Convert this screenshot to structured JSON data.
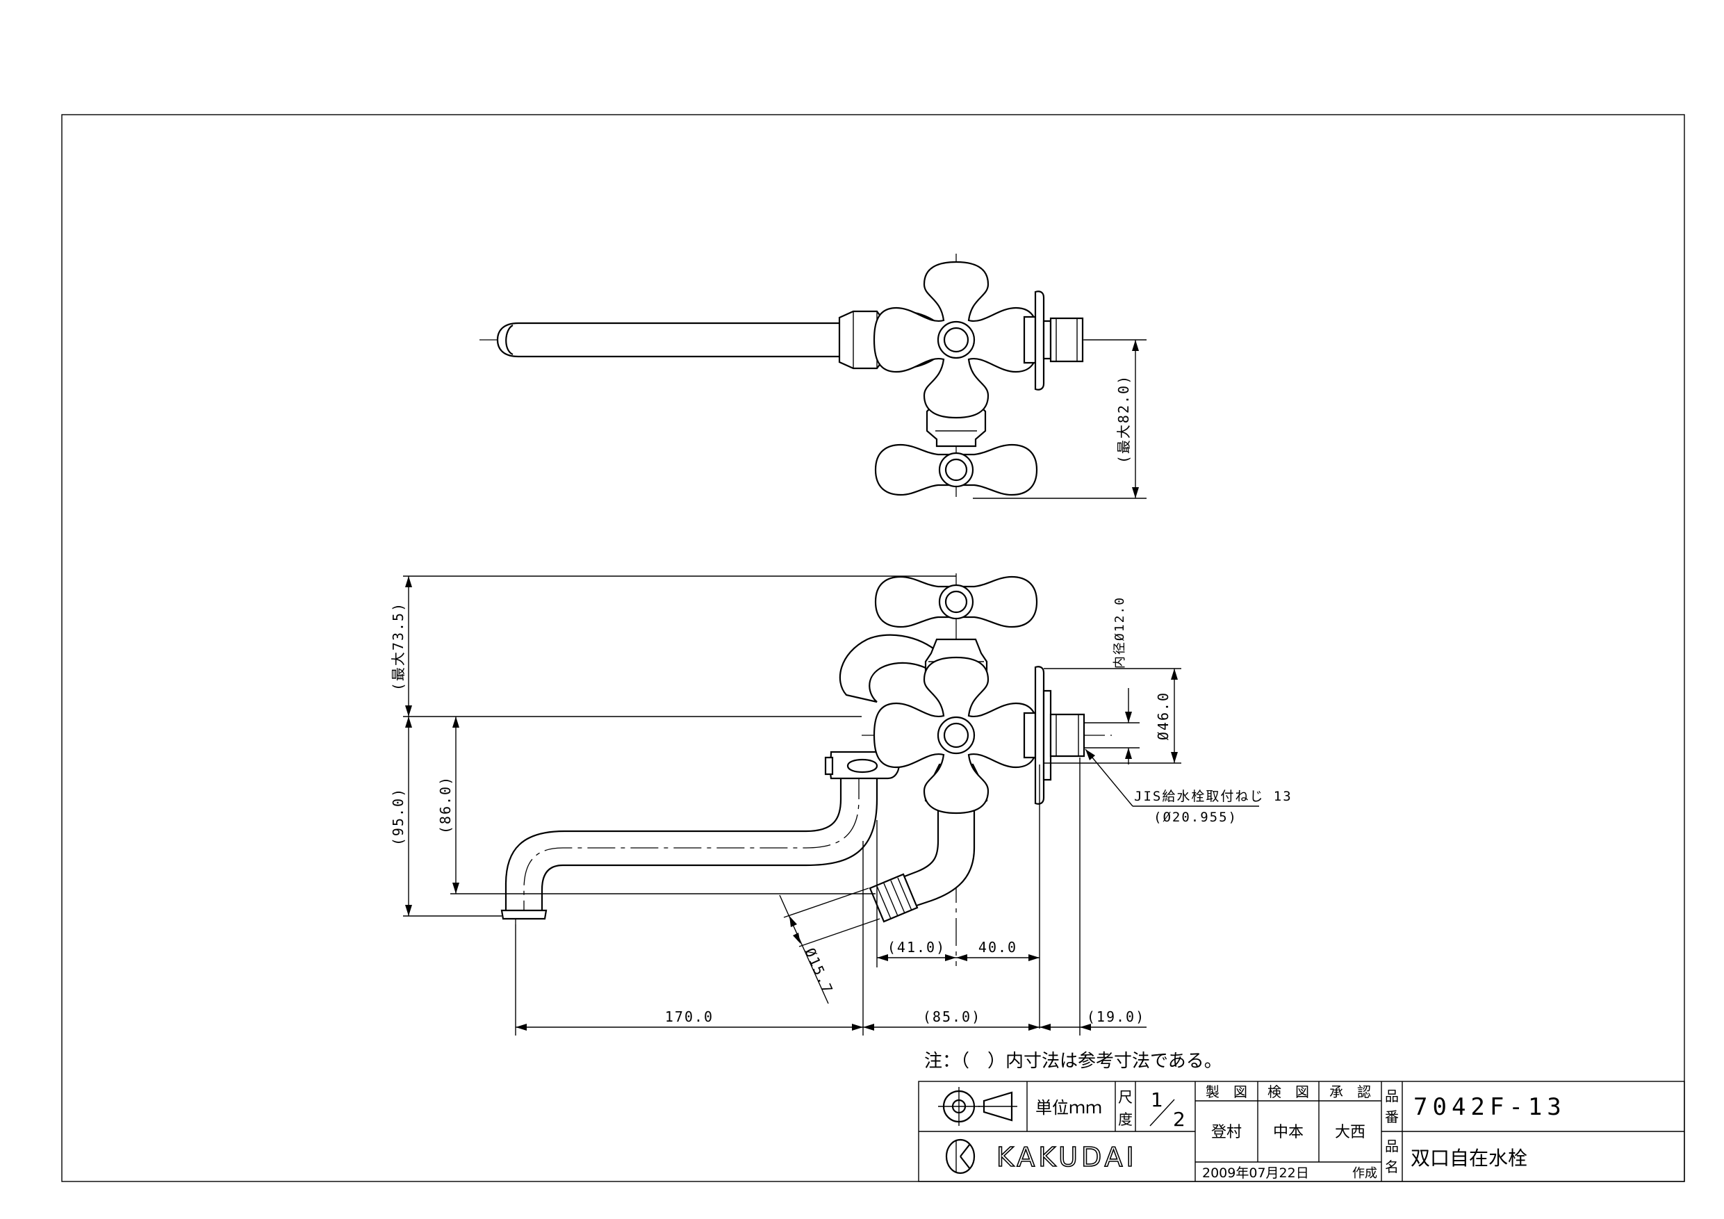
{
  "dimensions": {
    "max_82": "(最大82.0)",
    "max_73_5": "(最大73.5)",
    "d95": "(95.0)",
    "d86": "(86.0)",
    "inner_dia": "内径Ø12.0",
    "dia46": "Ø46.0",
    "jis_thread": "JIS給水栓取付ねじ 13",
    "jis_dia": "(Ø20.955)",
    "dia15_7": "Ø15.7",
    "d41": "(41.0)",
    "d40": "40.0",
    "d170": "170.0",
    "d85": "(85.0)",
    "d19": "(19.0)"
  },
  "note": "注：（　）内寸法は参考寸法である。",
  "title_block": {
    "unit_label": "単位ｍｍ",
    "scale_label_1": "尺",
    "scale_label_2": "度",
    "scale_num": "1",
    "scale_den": "2",
    "drawn_header": "製　図",
    "checked_header": "検　図",
    "approved_header": "承　認",
    "drawn_by": "登村",
    "checked_by": "中本",
    "approved_by": "大西",
    "part_no_label_1": "品",
    "part_no_label_2": "番",
    "part_no": "7042F-13",
    "part_name_label_1": "品",
    "part_name_label_2": "名",
    "part_name": "双口自在水栓",
    "company": "KAKUDAI",
    "date": "2009年07月22日",
    "created": "作成"
  }
}
